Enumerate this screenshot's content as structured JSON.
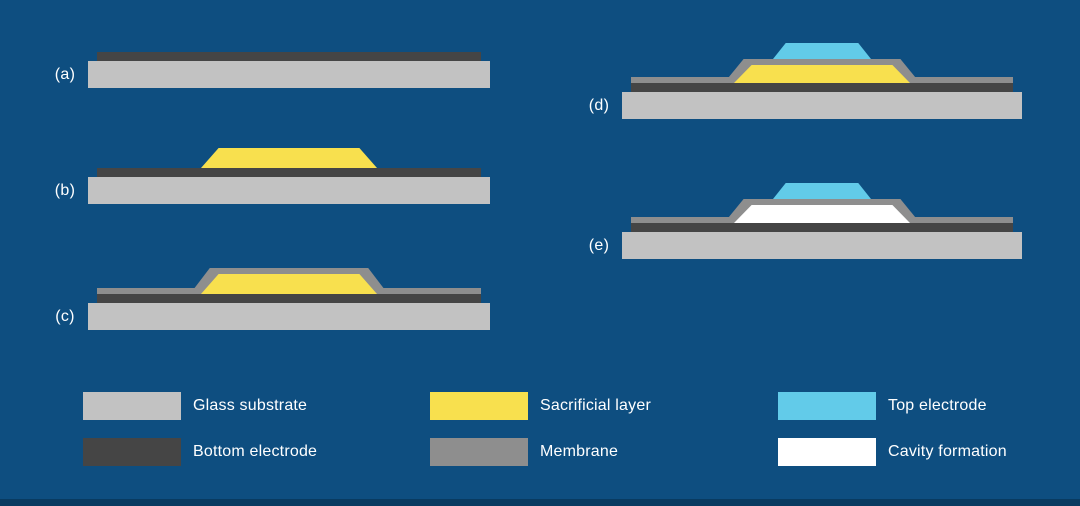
{
  "figure": {
    "kind": "microfabrication-process-steps",
    "steps": [
      {
        "label": "(a)",
        "layers": [
          "glass-substrate",
          "bottom-electrode"
        ]
      },
      {
        "label": "(b)",
        "layers": [
          "glass-substrate",
          "bottom-electrode",
          "sacrificial-layer"
        ]
      },
      {
        "label": "(c)",
        "layers": [
          "glass-substrate",
          "bottom-electrode",
          "sacrificial-layer",
          "membrane"
        ]
      },
      {
        "label": "(d)",
        "layers": [
          "glass-substrate",
          "bottom-electrode",
          "sacrificial-layer",
          "membrane",
          "top-electrode"
        ]
      },
      {
        "label": "(e)",
        "layers": [
          "glass-substrate",
          "bottom-electrode",
          "membrane",
          "cavity-formation",
          "top-electrode"
        ]
      }
    ]
  },
  "legend": {
    "items": [
      {
        "label": "Glass substrate",
        "color_key": "glass_substrate"
      },
      {
        "label": "Bottom electrode",
        "color_key": "bottom_electrode"
      },
      {
        "label": "Sacrificial layer",
        "color_key": "sacrificial_layer"
      },
      {
        "label": "Membrane",
        "color_key": "membrane"
      },
      {
        "label": "Top electrode",
        "color_key": "top_electrode"
      },
      {
        "label": "Cavity formation",
        "color_key": "cavity_formation"
      }
    ]
  },
  "colors": {
    "background": "#0E4E80",
    "footer_bar": "#093B61",
    "text": "#FFFFFF",
    "glass_substrate": "#C2C2C2",
    "bottom_electrode": "#454545",
    "sacrificial_layer": "#F8E04E",
    "membrane": "#8E8E8E",
    "top_electrode": "#62CBE9",
    "cavity_formation": "#FFFFFF"
  }
}
